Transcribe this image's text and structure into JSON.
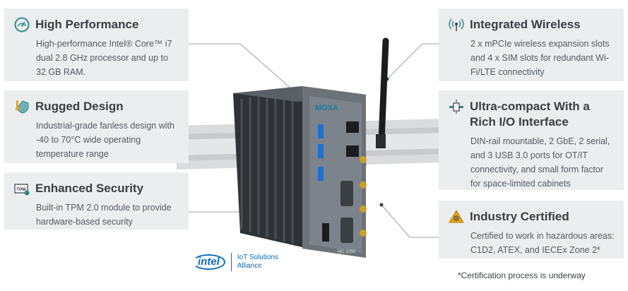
{
  "cards": {
    "performance": {
      "title": "High Performance",
      "body": "High-performance Intel® Core™ i7 dual 2.8 GHz processor and up to 32 GB RAM.",
      "icon": "speedometer-icon"
    },
    "rugged": {
      "title": "Rugged Design",
      "body": "Industrial-grade fanless design with -40 to 70°C wide operating temperature range",
      "icon": "shield-temperature-icon"
    },
    "security": {
      "title": "Enhanced Security",
      "body": "Built-in TPM 2.0 module to provide hardware-based security",
      "icon": "tpm-chip-icon",
      "icon_text": "TPM"
    },
    "wireless": {
      "title": "Integrated Wireless",
      "body": "2 x mPCIe wireless expansion slots and 4 x SIM slots for redundant Wi-Fi/LTE connectivity",
      "icon": "wireless-antenna-icon"
    },
    "compact": {
      "title": "Ultra-compact With a Rich I/O Interface",
      "body": "DIN-rail mountable, 2 GbE, 2 serial, and 3 USB 3.0 ports for OT/IT connectivity, and small form factor for space-limited cabinets",
      "icon": "din-rail-icon"
    },
    "certified": {
      "title": "Industry Certified",
      "body": "Certified to work in hazardous areas: C1D2, ATEX, and IECEx Zone 2*",
      "icon": "hazard-warning-icon"
    }
  },
  "device": {
    "brand": "MOXA",
    "model": "MC-1200"
  },
  "intel": {
    "word": "intel",
    "line1": "IoT Solutions",
    "line2": "Alliance"
  },
  "footnote": "*Certification process is underway",
  "colors": {
    "card_bg": "#ebedef",
    "title": "#3a3f44",
    "body": "#555b61",
    "icon_teal": "#2e8a88",
    "intel_blue": "#0b6cb8",
    "warning": "#e8a415"
  }
}
